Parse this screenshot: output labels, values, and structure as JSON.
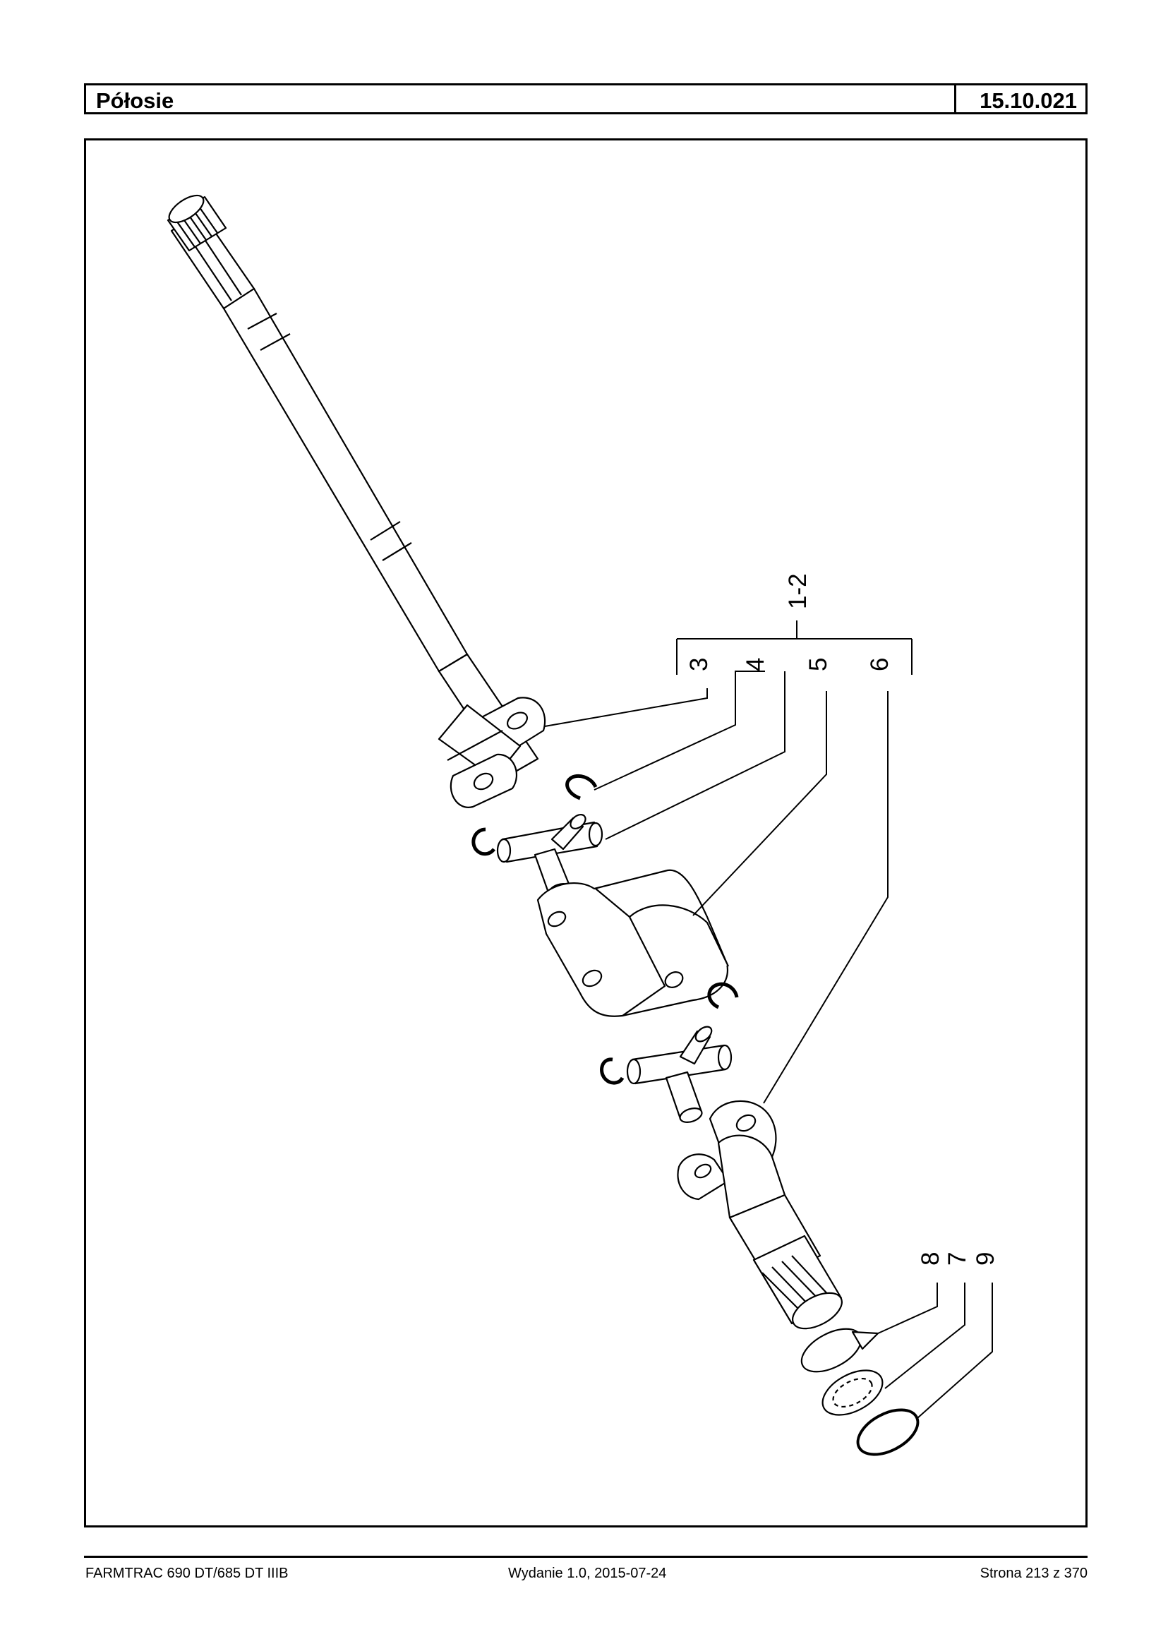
{
  "header": {
    "title": "Półosie",
    "code": "15.10.021"
  },
  "diagram": {
    "labels": {
      "assembly": "1-2",
      "p3": "3",
      "p4": "4",
      "p5": "5",
      "p6": "6",
      "p7": "7",
      "p8": "8",
      "p9": "9"
    }
  },
  "footer": {
    "model": "FARMTRAC 690 DT/685 DT IIIB",
    "edition": "Wydanie 1.0,  2015-07-24",
    "page": "Strona 213 z 370"
  }
}
